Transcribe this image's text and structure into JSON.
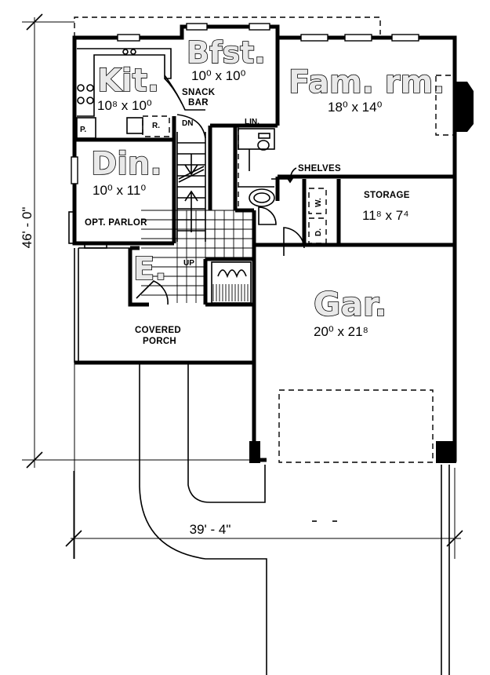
{
  "plan": {
    "overall_width": "39' - 4\"",
    "overall_depth": "46' - 0\""
  },
  "rooms": {
    "kitchen": {
      "name": "Kit.",
      "size": "10⁸ x 10⁰"
    },
    "breakfast": {
      "name": "Bfst.",
      "size": "10⁰ x 10⁰"
    },
    "family": {
      "name": "Fam. rm.",
      "size": "18⁰ x 14⁰"
    },
    "dining": {
      "name": "Din.",
      "size": "10⁰ x 11⁰"
    },
    "entry": {
      "name": "E."
    },
    "garage": {
      "name": "Gar.",
      "size": "20⁰ x 21⁸"
    },
    "storage": {
      "name": "STORAGE",
      "size": "11⁸ x 7⁴"
    }
  },
  "labels": {
    "snack": "SNACK",
    "bar": "BAR",
    "pantry": "P.",
    "range": "R.",
    "down": "DN",
    "up": "UP",
    "linen": "LIN.",
    "shelves": "SHELVES",
    "parlor": "OPT. PARLOR",
    "covered": "COVERED",
    "porch": "PORCH",
    "washer": "W.",
    "dryer": "D."
  }
}
